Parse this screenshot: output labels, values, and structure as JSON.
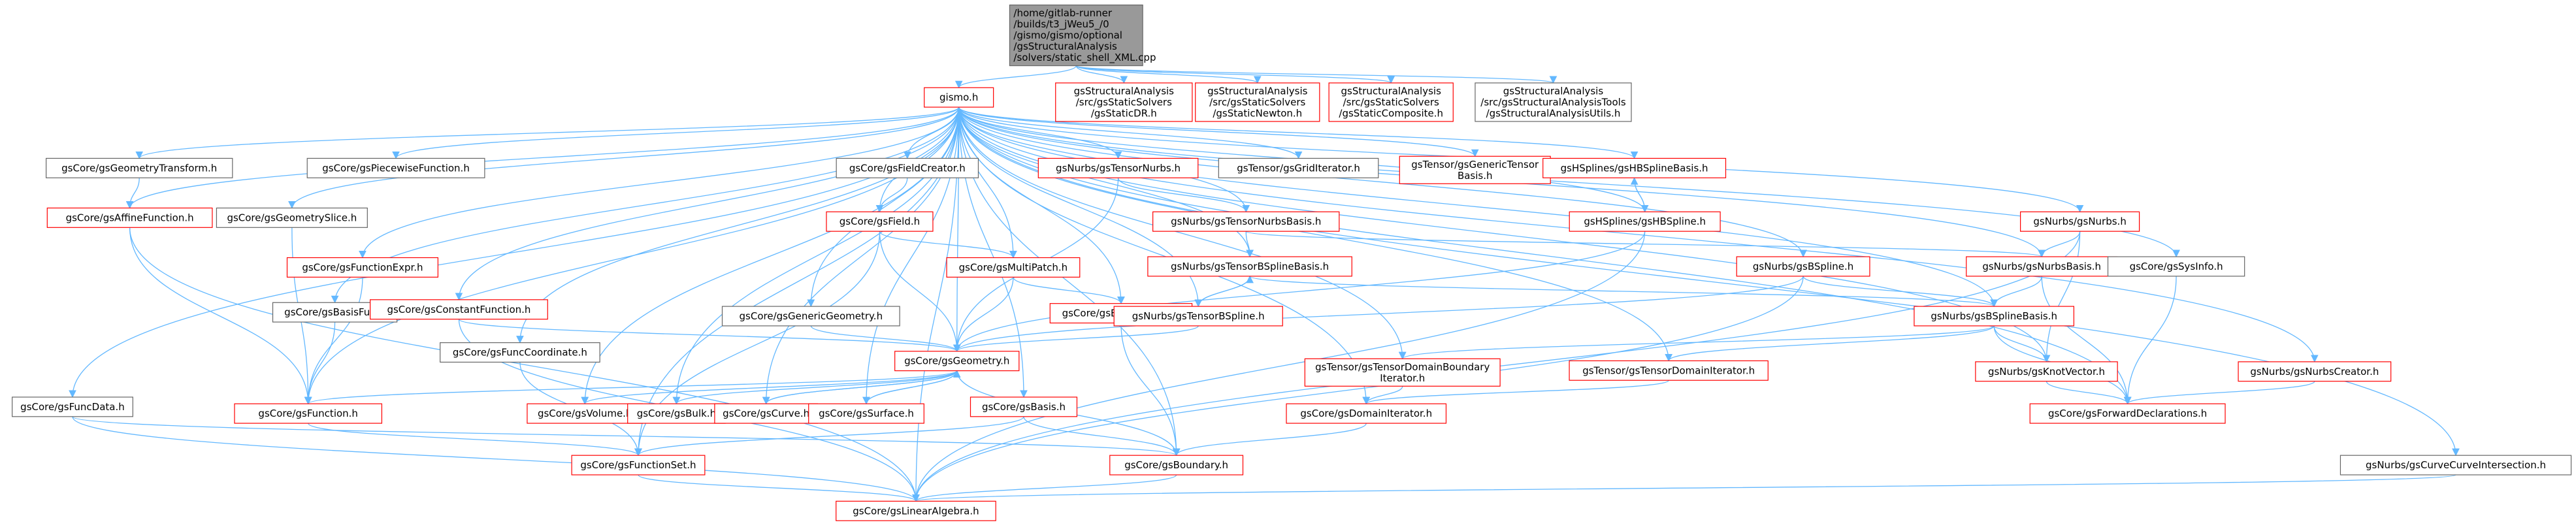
{
  "colors": {
    "edge": "#63b8ff",
    "root_fill": "#999999",
    "box_stroke_plain": "#666666",
    "box_stroke_red": "#ff0000",
    "text": "#000000"
  },
  "nodes": [
    {
      "id": "root",
      "lines": [
        "/home/gitlab-runner",
        "/builds/t3_jWeu5_/0",
        "/gismo/gismo/optional",
        "/gsStructuralAnalysis",
        "/solvers/static_shell_XML.cpp"
      ],
      "kind": "root"
    },
    {
      "id": "gismo",
      "lines": [
        "gismo.h"
      ],
      "kind": "red"
    },
    {
      "id": "staticdr",
      "lines": [
        "gsStructuralAnalysis",
        "/src/gsStaticSolvers",
        "/gsStaticDR.h"
      ],
      "kind": "red"
    },
    {
      "id": "staticnewton",
      "lines": [
        "gsStructuralAnalysis",
        "/src/gsStaticSolvers",
        "/gsStaticNewton.h"
      ],
      "kind": "red"
    },
    {
      "id": "staticcomposite",
      "lines": [
        "gsStructuralAnalysis",
        "/src/gsStaticSolvers",
        "/gsStaticComposite.h"
      ],
      "kind": "red"
    },
    {
      "id": "sautils",
      "lines": [
        "gsStructuralAnalysis",
        "/src/gsStructuralAnalysisTools",
        "/gsStructuralAnalysisUtils.h"
      ],
      "kind": "plain"
    },
    {
      "id": "geomtransform",
      "lines": [
        "gsCore/gsGeometryTransform.h"
      ],
      "kind": "plain"
    },
    {
      "id": "piecewise",
      "lines": [
        "gsCore/gsPiecewiseFunction.h"
      ],
      "kind": "plain"
    },
    {
      "id": "fieldcreator",
      "lines": [
        "gsCore/gsFieldCreator.h"
      ],
      "kind": "plain"
    },
    {
      "id": "tensornurbs",
      "lines": [
        "gsNurbs/gsTensorNurbs.h"
      ],
      "kind": "red"
    },
    {
      "id": "griditer",
      "lines": [
        "gsTensor/gsGridIterator.h"
      ],
      "kind": "plain"
    },
    {
      "id": "generictensorbasis",
      "lines": [
        "gsTensor/gsGenericTensor",
        "Basis.h"
      ],
      "kind": "red"
    },
    {
      "id": "hbsplinebasis",
      "lines": [
        "gsHSplines/gsHBSplineBasis.h"
      ],
      "kind": "red"
    },
    {
      "id": "affine",
      "lines": [
        "gsCore/gsAffineFunction.h"
      ],
      "kind": "red"
    },
    {
      "id": "geomslice",
      "lines": [
        "gsCore/gsGeometrySlice.h"
      ],
      "kind": "plain"
    },
    {
      "id": "field",
      "lines": [
        "gsCore/gsField.h"
      ],
      "kind": "red"
    },
    {
      "id": "tensornurbsbasis",
      "lines": [
        "gsNurbs/gsTensorNurbsBasis.h"
      ],
      "kind": "red"
    },
    {
      "id": "hbspline",
      "lines": [
        "gsHSplines/gsHBSpline.h"
      ],
      "kind": "red"
    },
    {
      "id": "nurbs",
      "lines": [
        "gsNurbs/gsNurbs.h"
      ],
      "kind": "red"
    },
    {
      "id": "funcexpr",
      "lines": [
        "gsCore/gsFunctionExpr.h"
      ],
      "kind": "red"
    },
    {
      "id": "multipatch",
      "lines": [
        "gsCore/gsMultiPatch.h"
      ],
      "kind": "red"
    },
    {
      "id": "tensorbsplinebasis",
      "lines": [
        "gsNurbs/gsTensorBSplineBasis.h"
      ],
      "kind": "red"
    },
    {
      "id": "bspline",
      "lines": [
        "gsNurbs/gsBSpline.h"
      ],
      "kind": "red"
    },
    {
      "id": "nurbsbasis",
      "lines": [
        "gsNurbs/gsNurbsBasis.h"
      ],
      "kind": "red"
    },
    {
      "id": "sysinfo",
      "lines": [
        "gsCore/gsSysInfo.h"
      ],
      "kind": "plain"
    },
    {
      "id": "basisfun",
      "lines": [
        "gsCore/gsBasisFun.h"
      ],
      "kind": "plain"
    },
    {
      "id": "constfunc",
      "lines": [
        "gsCore/gsConstantFunction.h"
      ],
      "kind": "red"
    },
    {
      "id": "genericgeom",
      "lines": [
        "gsCore/gsGenericGeometry.h"
      ],
      "kind": "plain"
    },
    {
      "id": "boxtopology",
      "lines": [
        "gsCore/gsBoxTopology.h"
      ],
      "kind": "red"
    },
    {
      "id": "tensorbspline",
      "lines": [
        "gsNurbs/gsTensorBSpline.h"
      ],
      "kind": "red"
    },
    {
      "id": "bsplinebasis",
      "lines": [
        "gsNurbs/gsBSplineBasis.h"
      ],
      "kind": "red"
    },
    {
      "id": "funccoord",
      "lines": [
        "gsCore/gsFuncCoordinate.h"
      ],
      "kind": "plain"
    },
    {
      "id": "geometry",
      "lines": [
        "gsCore/gsGeometry.h"
      ],
      "kind": "red"
    },
    {
      "id": "tensordomainbounditer",
      "lines": [
        "gsTensor/gsTensorDomainBoundary",
        "Iterator.h"
      ],
      "kind": "red"
    },
    {
      "id": "tensordomainiter",
      "lines": [
        "gsTensor/gsTensorDomainIterator.h"
      ],
      "kind": "red"
    },
    {
      "id": "knotvector",
      "lines": [
        "gsNurbs/gsKnotVector.h"
      ],
      "kind": "red"
    },
    {
      "id": "nurbscreator",
      "lines": [
        "gsNurbs/gsNurbsCreator.h"
      ],
      "kind": "red"
    },
    {
      "id": "funcdata",
      "lines": [
        "gsCore/gsFuncData.h"
      ],
      "kind": "plain"
    },
    {
      "id": "function",
      "lines": [
        "gsCore/gsFunction.h"
      ],
      "kind": "red"
    },
    {
      "id": "volume",
      "lines": [
        "gsCore/gsVolume.h"
      ],
      "kind": "red"
    },
    {
      "id": "bulk",
      "lines": [
        "gsCore/gsBulk.h"
      ],
      "kind": "red"
    },
    {
      "id": "curve",
      "lines": [
        "gsCore/gsCurve.h"
      ],
      "kind": "red"
    },
    {
      "id": "surface",
      "lines": [
        "gsCore/gsSurface.h"
      ],
      "kind": "red"
    },
    {
      "id": "basis",
      "lines": [
        "gsCore/gsBasis.h"
      ],
      "kind": "red"
    },
    {
      "id": "domainiter",
      "lines": [
        "gsCore/gsDomainIterator.h"
      ],
      "kind": "red"
    },
    {
      "id": "fwddecl",
      "lines": [
        "gsCore/gsForwardDeclarations.h"
      ],
      "kind": "red"
    },
    {
      "id": "functionset",
      "lines": [
        "gsCore/gsFunctionSet.h"
      ],
      "kind": "red"
    },
    {
      "id": "boundary",
      "lines": [
        "gsCore/gsBoundary.h"
      ],
      "kind": "red"
    },
    {
      "id": "curvecurveinter",
      "lines": [
        "gsNurbs/gsCurveCurveIntersection.h"
      ],
      "kind": "plain"
    },
    {
      "id": "linalg",
      "lines": [
        "gsCore/gsLinearAlgebra.h"
      ],
      "kind": "red"
    }
  ],
  "edges": [
    [
      "root",
      "gismo"
    ],
    [
      "root",
      "staticdr"
    ],
    [
      "root",
      "staticnewton"
    ],
    [
      "root",
      "staticcomposite"
    ],
    [
      "root",
      "sautils"
    ],
    [
      "gismo",
      "geomtransform"
    ],
    [
      "gismo",
      "piecewise"
    ],
    [
      "gismo",
      "fieldcreator"
    ],
    [
      "gismo",
      "tensornurbs"
    ],
    [
      "gismo",
      "griditer"
    ],
    [
      "gismo",
      "generictensorbasis"
    ],
    [
      "gismo",
      "hbsplinebasis"
    ],
    [
      "gismo",
      "affine"
    ],
    [
      "gismo",
      "geomslice"
    ],
    [
      "gismo",
      "field"
    ],
    [
      "gismo",
      "tensornurbsbasis"
    ],
    [
      "gismo",
      "hbspline"
    ],
    [
      "gismo",
      "nurbs"
    ],
    [
      "gismo",
      "funcexpr"
    ],
    [
      "gismo",
      "multipatch"
    ],
    [
      "gismo",
      "tensorbsplinebasis"
    ],
    [
      "gismo",
      "bspline"
    ],
    [
      "gismo",
      "nurbsbasis"
    ],
    [
      "gismo",
      "sysinfo"
    ],
    [
      "gismo",
      "basisfun"
    ],
    [
      "gismo",
      "constfunc"
    ],
    [
      "gismo",
      "genericgeom"
    ],
    [
      "gismo",
      "boxtopology"
    ],
    [
      "gismo",
      "tensorbspline"
    ],
    [
      "gismo",
      "bsplinebasis"
    ],
    [
      "gismo",
      "funccoord"
    ],
    [
      "gismo",
      "geometry"
    ],
    [
      "gismo",
      "tensordomainbounditer"
    ],
    [
      "gismo",
      "tensordomainiter"
    ],
    [
      "gismo",
      "knotvector"
    ],
    [
      "gismo",
      "nurbscreator"
    ],
    [
      "gismo",
      "funcdata"
    ],
    [
      "gismo",
      "function"
    ],
    [
      "gismo",
      "volume"
    ],
    [
      "gismo",
      "bulk"
    ],
    [
      "gismo",
      "curve"
    ],
    [
      "gismo",
      "surface"
    ],
    [
      "gismo",
      "basis"
    ],
    [
      "gismo",
      "domainiter"
    ],
    [
      "gismo",
      "fwddecl"
    ],
    [
      "gismo",
      "functionset"
    ],
    [
      "gismo",
      "boundary"
    ],
    [
      "gismo",
      "curvecurveinter"
    ],
    [
      "gismo",
      "linalg"
    ],
    [
      "geomtransform",
      "affine"
    ],
    [
      "fieldcreator",
      "field"
    ],
    [
      "tensornurbs",
      "tensornurbsbasis"
    ],
    [
      "tensornurbs",
      "geometry"
    ],
    [
      "hbsplinebasis",
      "hbspline"
    ],
    [
      "hbspline",
      "hbsplinebasis"
    ],
    [
      "hbspline",
      "geometry"
    ],
    [
      "hbspline",
      "linalg"
    ],
    [
      "affine",
      "function"
    ],
    [
      "affine",
      "linalg"
    ],
    [
      "geomslice",
      "function"
    ],
    [
      "field",
      "multipatch"
    ],
    [
      "field",
      "geometry"
    ],
    [
      "field",
      "functionset"
    ],
    [
      "tensornurbsbasis",
      "tensorbsplinebasis"
    ],
    [
      "tensornurbsbasis",
      "nurbsbasis"
    ],
    [
      "nurbs",
      "nurbsbasis"
    ],
    [
      "nurbs",
      "knotvector"
    ],
    [
      "nurbs",
      "linalg"
    ],
    [
      "funcexpr",
      "function"
    ],
    [
      "multipatch",
      "geometry"
    ],
    [
      "multipatch",
      "boxtopology"
    ],
    [
      "tensorbsplinebasis",
      "tensorbspline"
    ],
    [
      "tensorbspline",
      "tensorbsplinebasis"
    ],
    [
      "tensorbspline",
      "geometry"
    ],
    [
      "tensorbsplinebasis",
      "bsplinebasis"
    ],
    [
      "bspline",
      "bsplinebasis"
    ],
    [
      "bspline",
      "geometry"
    ],
    [
      "bspline",
      "linalg"
    ],
    [
      "nurbsbasis",
      "bsplinebasis"
    ],
    [
      "nurbsbasis",
      "fwddecl"
    ],
    [
      "sysinfo",
      "fwddecl"
    ],
    [
      "basisfun",
      "function"
    ],
    [
      "constfunc",
      "geometry"
    ],
    [
      "constfunc",
      "linalg"
    ],
    [
      "genericgeom",
      "geometry"
    ],
    [
      "boxtopology",
      "boundary"
    ],
    [
      "bsplinebasis",
      "tensordomainbounditer"
    ],
    [
      "bsplinebasis",
      "tensordomainiter"
    ],
    [
      "bsplinebasis",
      "knotvector"
    ],
    [
      "bsplinebasis",
      "fwddecl"
    ],
    [
      "funccoord",
      "functionset"
    ],
    [
      "geometry",
      "function"
    ],
    [
      "geometry",
      "volume"
    ],
    [
      "geometry",
      "bulk"
    ],
    [
      "geometry",
      "curve"
    ],
    [
      "geometry",
      "surface"
    ],
    [
      "geometry",
      "boundary"
    ],
    [
      "curve",
      "geometry"
    ],
    [
      "surface",
      "geometry"
    ],
    [
      "tensordomainbounditer",
      "domainiter"
    ],
    [
      "tensordomainiter",
      "domainiter"
    ],
    [
      "knotvector",
      "fwddecl"
    ],
    [
      "nurbscreator",
      "fwddecl"
    ],
    [
      "funcdata",
      "linalg"
    ],
    [
      "funcdata",
      "boundary"
    ],
    [
      "function",
      "functionset"
    ],
    [
      "basis",
      "functionset"
    ],
    [
      "basis",
      "boundary"
    ],
    [
      "domainiter",
      "boundary"
    ],
    [
      "functionset",
      "linalg"
    ],
    [
      "boundary",
      "linalg"
    ],
    [
      "curvecurveinter",
      "linalg"
    ]
  ]
}
